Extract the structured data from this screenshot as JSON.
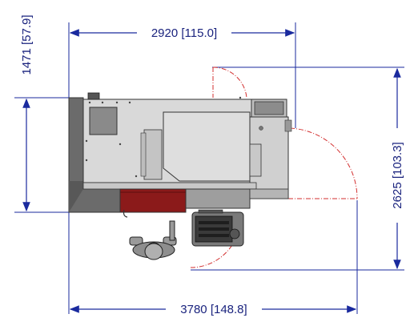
{
  "dimensions": {
    "top_width": "2920 [115.0]",
    "left_height": "1471 [57.9]",
    "right_height": "2625 [103.3]",
    "bottom_width": "3780 [148.8]"
  },
  "colors": {
    "dimension_line": "#1a2a9e",
    "door_swing": "#d32f2f",
    "machine_body": "#d9d9d9",
    "machine_dark": "#6b6b6b",
    "chip_tray": "#8b1a1a",
    "outline": "#333333"
  },
  "icons": {
    "operator": "operator-figure-icon",
    "control_pendant": "control-pendant-icon",
    "door_arc": "door-swing-arc-icon"
  }
}
